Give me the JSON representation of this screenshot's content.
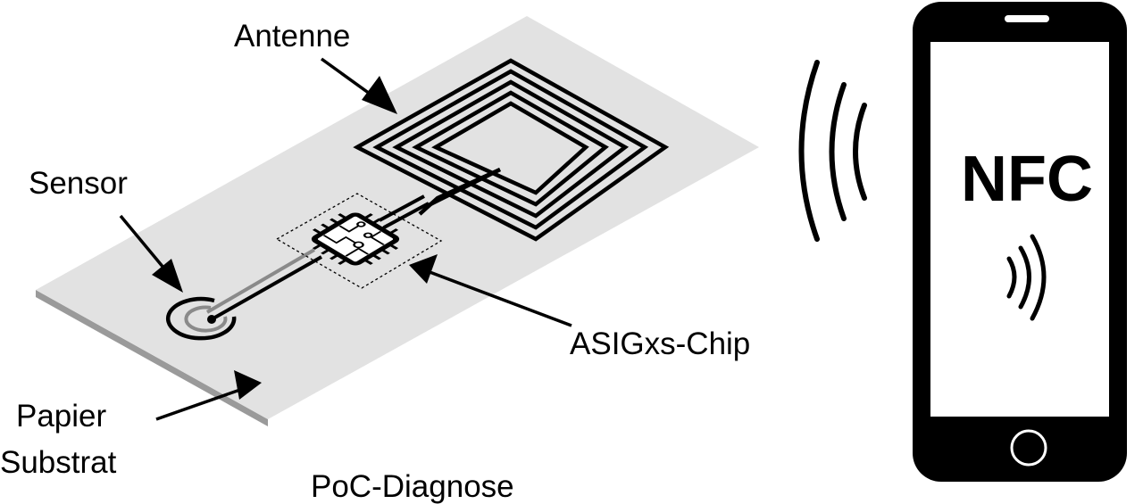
{
  "labels": {
    "antenna": "Antenne",
    "sensor": "Sensor",
    "chip": "ASIGxs-Chip",
    "substrate_line1": "Papier",
    "substrate_line2": "Substrat",
    "caption": "PoC-Diagnose",
    "phone_text": "NFC"
  },
  "colors": {
    "substrate": "#e2e2e2",
    "substrate_edge": "#9a9a9a",
    "ink": "#000000",
    "sensor_ring": "#8a8a8a"
  },
  "icons": [
    "nfc-signal-waves-icon",
    "smartphone-icon",
    "microchip-icon"
  ]
}
